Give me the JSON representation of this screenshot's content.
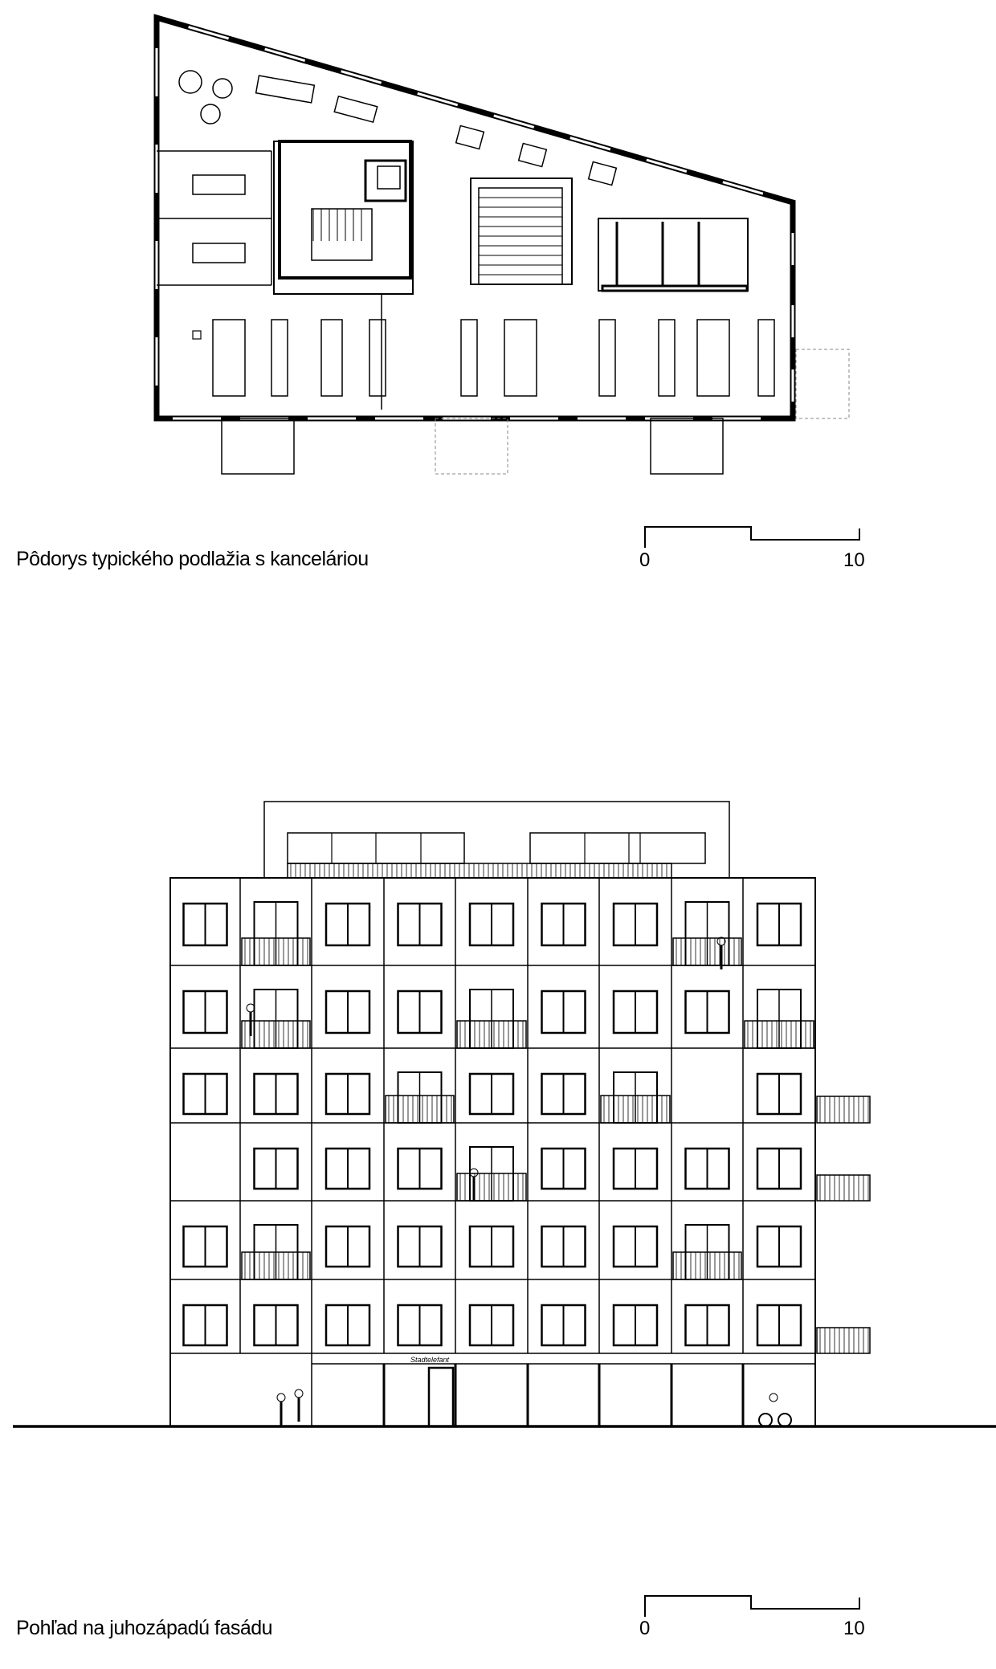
{
  "plan": {
    "caption": "Pôdorys typického podlažia s kanceláriou",
    "scale": {
      "start_label": "0",
      "end_label": "10"
    }
  },
  "elevation": {
    "caption": "Pohľad na juhozápadú fasádu",
    "shop_sign": "Stadtelefant",
    "scale": {
      "start_label": "0",
      "end_label": "10"
    }
  }
}
